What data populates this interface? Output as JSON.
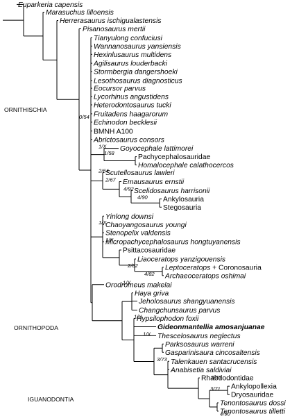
{
  "taxa": [
    {
      "parts": [
        {
          "text": "Euparkeria capensis",
          "style": "it"
        }
      ]
    },
    {
      "parts": [
        {
          "text": "Marasuchus lilloensis",
          "style": "it"
        }
      ]
    },
    {
      "parts": [
        {
          "text": "Herrerasaurus ischigualastensis",
          "style": "it"
        }
      ]
    },
    {
      "parts": [
        {
          "text": "Pisanosaurus mertii",
          "style": "it"
        }
      ]
    },
    {
      "parts": [
        {
          "text": "Tianyulong confuciusi",
          "style": "it"
        }
      ]
    },
    {
      "parts": [
        {
          "text": "Wannanosaurus yansiensis",
          "style": "it"
        }
      ]
    },
    {
      "parts": [
        {
          "text": "Hexinlusaurus multidens",
          "style": "it"
        }
      ]
    },
    {
      "parts": [
        {
          "text": "Agilisaurus louderbacki",
          "style": "it"
        }
      ]
    },
    {
      "parts": [
        {
          "text": "Stormbergia dangershoeki",
          "style": "it"
        }
      ]
    },
    {
      "parts": [
        {
          "text": "Lesothosaurus diagnosticus",
          "style": "it"
        }
      ]
    },
    {
      "parts": [
        {
          "text": "Eocursor parvus",
          "style": "it"
        }
      ]
    },
    {
      "parts": [
        {
          "text": "Lycorhinus angustidens",
          "style": "it"
        }
      ]
    },
    {
      "parts": [
        {
          "text": "Heterodontosaurus tucki",
          "style": "it"
        }
      ]
    },
    {
      "parts": [
        {
          "text": "Fruitadens haagarorum",
          "style": "it"
        }
      ]
    },
    {
      "parts": [
        {
          "text": "Echinodon becklesii",
          "style": "it"
        }
      ]
    },
    {
      "parts": [
        {
          "text": "BMNH A100",
          "style": "normal"
        }
      ]
    },
    {
      "parts": [
        {
          "text": "Abrictosaurus consors",
          "style": "it"
        }
      ]
    },
    {
      "parts": [
        {
          "text": "Goyocephale lattimorei",
          "style": "it"
        }
      ]
    },
    {
      "parts": [
        {
          "text": "Pachycephalosauridae",
          "style": "normal"
        }
      ]
    },
    {
      "parts": [
        {
          "text": "Homalocephale calathocercos",
          "style": "it"
        }
      ]
    },
    {
      "parts": [
        {
          "text": "Scutellosaurus lawleri",
          "style": "it"
        }
      ]
    },
    {
      "parts": [
        {
          "text": "Emausaurus ernstii",
          "style": "it"
        }
      ]
    },
    {
      "parts": [
        {
          "text": "Scelidosaurus harrisonii",
          "style": "it"
        }
      ]
    },
    {
      "parts": [
        {
          "text": "Ankylosauria",
          "style": "normal"
        }
      ]
    },
    {
      "parts": [
        {
          "text": "Stegosauria",
          "style": "normal"
        }
      ]
    },
    {
      "parts": [
        {
          "text": "Yinlong downsi",
          "style": "it"
        }
      ]
    },
    {
      "parts": [
        {
          "text": "Chaoyangosaurus youngi",
          "style": "it"
        }
      ]
    },
    {
      "parts": [
        {
          "text": "Stenopelix valdensis",
          "style": "it"
        }
      ]
    },
    {
      "parts": [
        {
          "text": "Micropachycephalosaurus hongtuyanensis",
          "style": "it"
        }
      ]
    },
    {
      "parts": [
        {
          "text": "Psittacosauridae",
          "style": "normal"
        }
      ]
    },
    {
      "parts": [
        {
          "text": "Liaoceratops yanzigouensis",
          "style": "it"
        }
      ]
    },
    {
      "parts": [
        {
          "text": "Leptoceratops",
          "style": "it"
        },
        {
          "text": " + Coronosauria",
          "style": "normal"
        }
      ]
    },
    {
      "parts": [
        {
          "text": "Archaeoceratops oshimai",
          "style": "it"
        }
      ]
    },
    {
      "parts": [
        {
          "text": "Orodromeus makelai",
          "style": "it"
        }
      ]
    },
    {
      "parts": [
        {
          "text": "Haya griva",
          "style": "it"
        }
      ]
    },
    {
      "parts": [
        {
          "text": "Jeholosaurus shangyuanensis",
          "style": "it"
        }
      ]
    },
    {
      "parts": [
        {
          "text": "Changchunsaurus parvus",
          "style": "it"
        }
      ]
    },
    {
      "parts": [
        {
          "text": "Hypsilophodon foxii",
          "style": "it"
        }
      ]
    },
    {
      "parts": [
        {
          "text": "Gideonmantellia amosanjuanae",
          "style": "bold"
        }
      ]
    },
    {
      "parts": [
        {
          "text": "Thescelosaurus neglectus",
          "style": "it"
        }
      ]
    },
    {
      "parts": [
        {
          "text": "Parksosaurus warreni",
          "style": "it"
        }
      ]
    },
    {
      "parts": [
        {
          "text": "Gasparinisaura cincosaltensis",
          "style": "it"
        }
      ]
    },
    {
      "parts": [
        {
          "text": "Talenkauen santacrucensis",
          "style": "it"
        }
      ]
    },
    {
      "parts": [
        {
          "text": "Anabisetia saldiviai",
          "style": "it"
        }
      ]
    },
    {
      "parts": [
        {
          "text": "Rhabdodontidae",
          "style": "normal"
        }
      ]
    },
    {
      "parts": [
        {
          "text": "Ankylopollexia",
          "style": "normal"
        }
      ]
    },
    {
      "parts": [
        {
          "text": "Dryosauridae",
          "style": "normal"
        }
      ]
    },
    {
      "parts": [
        {
          "text": "Tenontosaurus dossi",
          "style": "it"
        }
      ]
    },
    {
      "parts": [
        {
          "text": "Tenontosaurus tilletti",
          "style": "it"
        }
      ]
    }
  ],
  "supports": [
    "0/54",
    "1/X",
    "1/58",
    "2/64",
    "2/67",
    "4/92",
    "4/90",
    "1/X",
    "1/X",
    "2/82",
    "4/82",
    "1/X",
    "1/X",
    "1/X",
    "3/73",
    "3/76",
    "3/71",
    "4/90"
  ],
  "clades": [
    "ORNITHISCHIA",
    "ORNITHOPODA",
    "IGUANODONTIA"
  ]
}
